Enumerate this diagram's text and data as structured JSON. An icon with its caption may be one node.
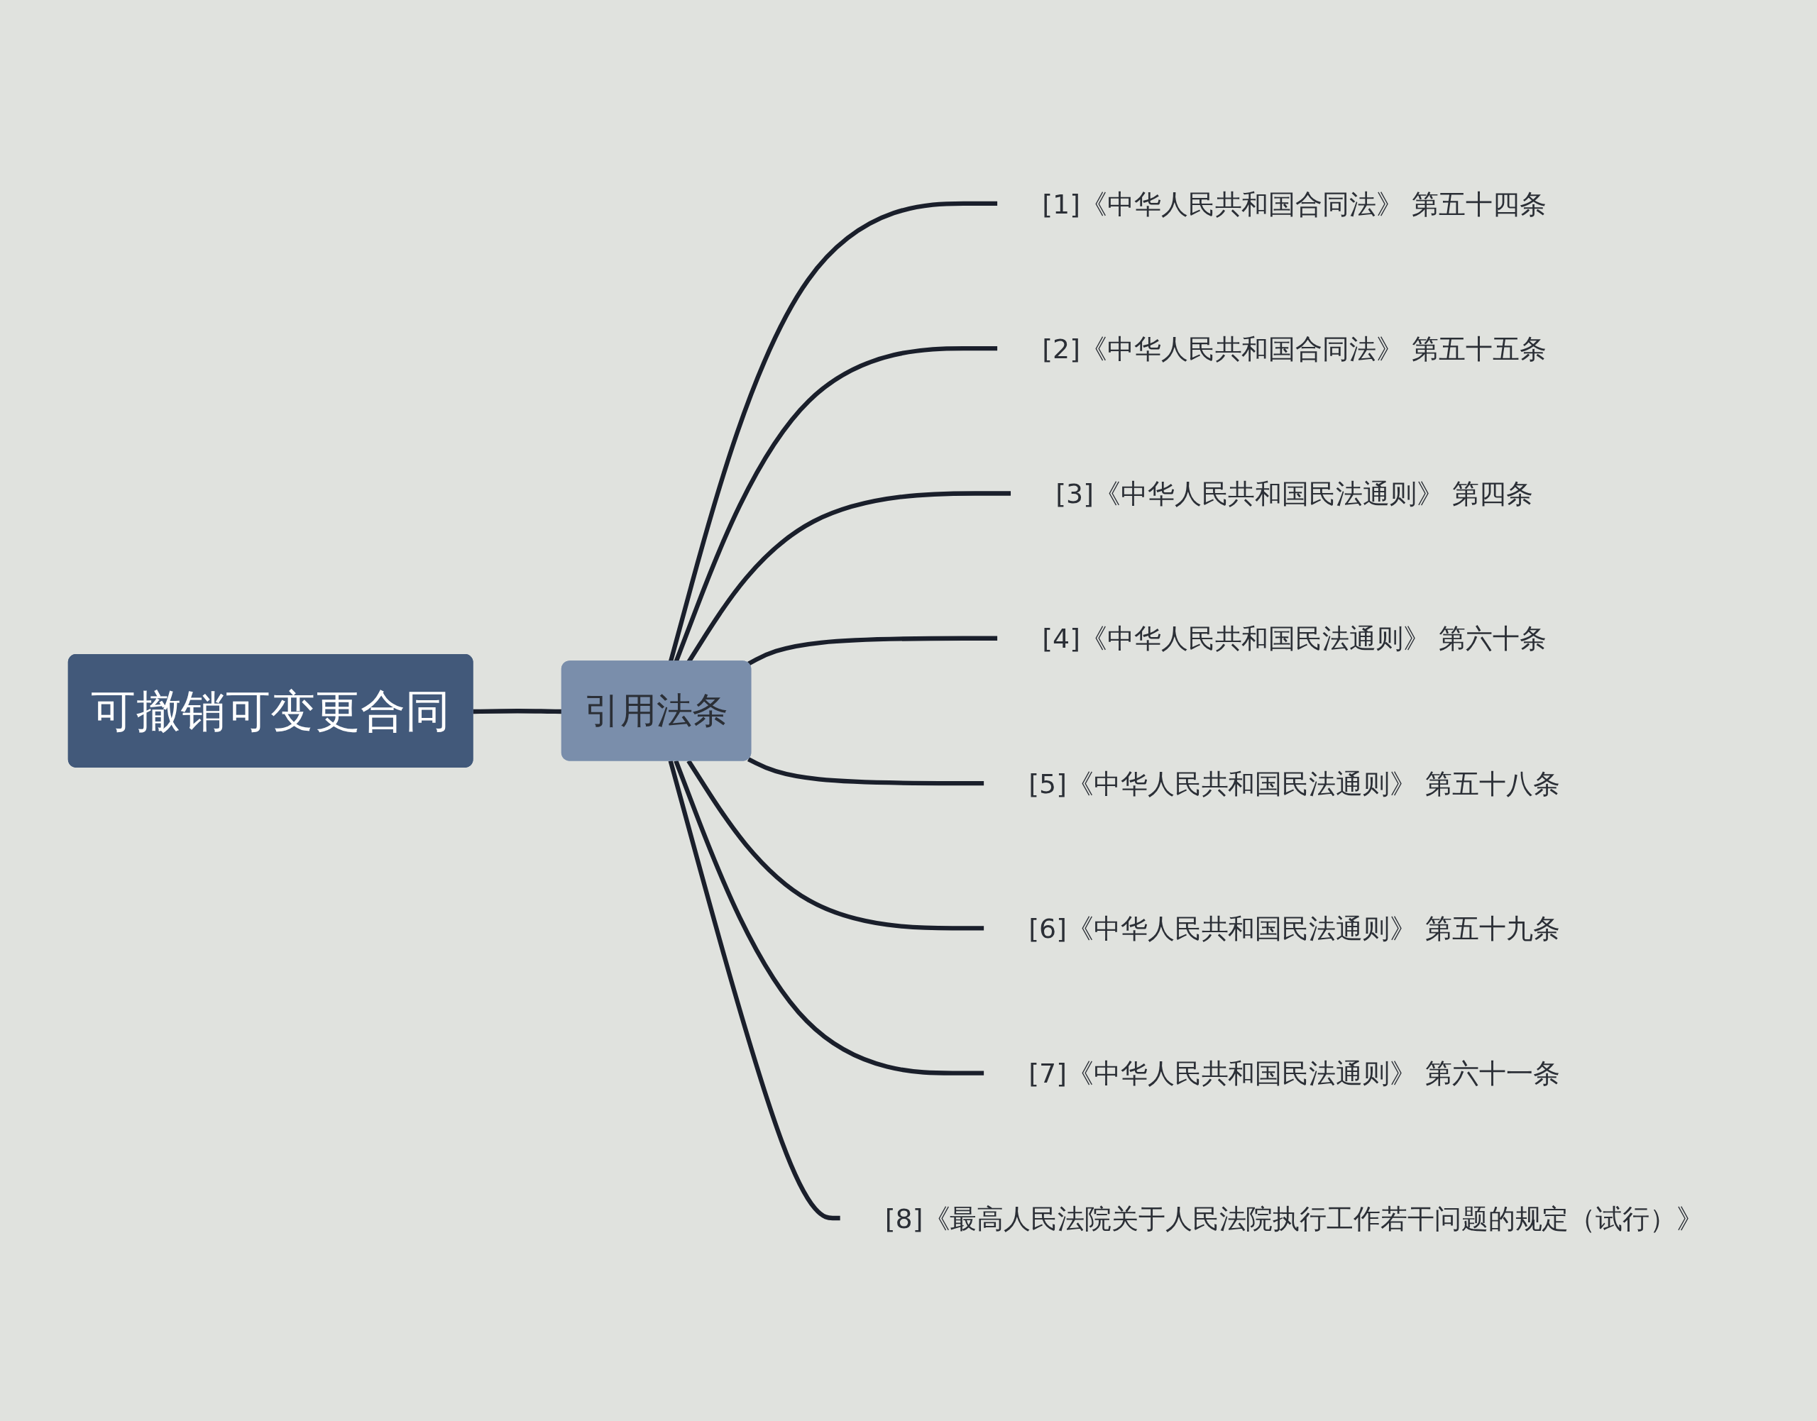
{
  "diagram": {
    "nodes": [
      {
        "text": [
          "可撤销可变更合同"
        ]
      },
      {
        "text": [
          "引用法条"
        ]
      },
      {
        "text": [
          "[1]《中华人民共和国合同法》 第五十四条"
        ]
      },
      {
        "text": [
          "[2]《中华人民共和国合同法》 第五十五条"
        ]
      },
      {
        "text": [
          "[3]《中华人民共和国民法通则》 第四条"
        ]
      },
      {
        "text": [
          "[4]《中华人民共和国民法通则》 第六十条"
        ]
      },
      {
        "text": [
          "[5]《中华人民共和国民法通则》 第五十八条"
        ]
      },
      {
        "text": [
          "[6]《中华人民共和国民法通则》 第五十九条"
        ]
      },
      {
        "text": [
          "[7]《中华人民共和国民法通则》 第六十一条"
        ]
      },
      {
        "text": [
          "[8]《最高人民法院关于人民法院执行工作若干问题的规定（试行）》"
        ]
      }
    ],
    "edges": [
      {
        "from": 0,
        "to": 1,
        "arrow": "none"
      },
      {
        "from": 1,
        "to": 2,
        "arrow": "none"
      },
      {
        "from": 1,
        "to": 3,
        "arrow": "none"
      },
      {
        "from": 1,
        "to": 4,
        "arrow": "none"
      },
      {
        "from": 1,
        "to": 5,
        "arrow": "none"
      },
      {
        "from": 1,
        "to": 6,
        "arrow": "none"
      },
      {
        "from": 1,
        "to": 7,
        "arrow": "none"
      },
      {
        "from": 1,
        "to": 8,
        "arrow": "none"
      },
      {
        "from": 1,
        "to": 9,
        "arrow": "none"
      }
    ]
  }
}
